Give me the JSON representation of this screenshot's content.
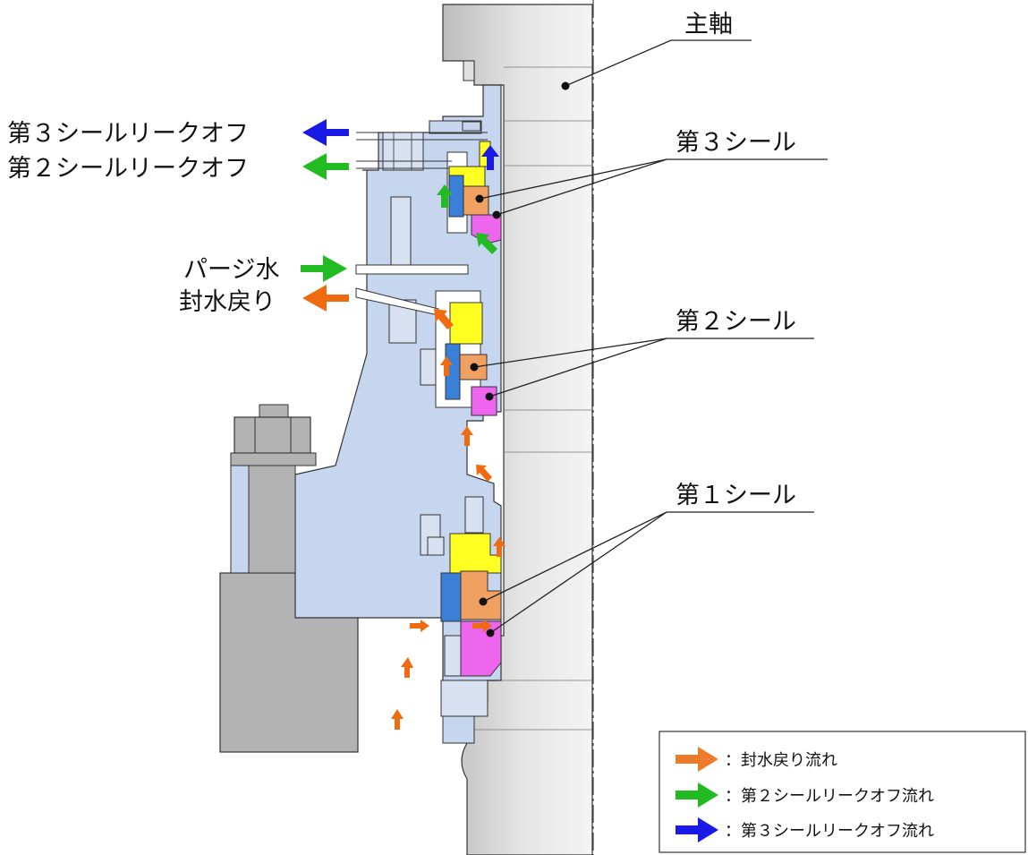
{
  "labels": {
    "shaft": "主軸",
    "seal3": "第３シール",
    "seal2": "第２シール",
    "seal1": "第１シール",
    "leak3": "第３シールリークオフ",
    "leak2": "第２シールリークオフ",
    "purge": "パージ水",
    "return_water": "封水戻り"
  },
  "legend": {
    "items": [
      {
        "text": "：封水戻り流れ",
        "color": "#ee7b2a",
        "icon": "arrow-right-icon"
      },
      {
        "text": "：第２シールリークオフ流れ",
        "color": "#22bb22",
        "icon": "arrow-right-icon"
      },
      {
        "text": "：第３シールリークオフ流れ",
        "color": "#1a1ae6",
        "icon": "arrow-right-icon"
      }
    ]
  },
  "colors": {
    "housing": "#c5d6ee",
    "shaft": "#d9d9d9",
    "gray_block": "#b3b3b3",
    "yellow_ring": "#ffff22",
    "orange_ring": "#f0a060",
    "magenta_ring": "#ee66ee",
    "blue_ring": "#3a7fd8",
    "return_arrow": "#f06a10",
    "leak2_arrow": "#22bb22",
    "leak3_arrow": "#1a1ae6"
  }
}
